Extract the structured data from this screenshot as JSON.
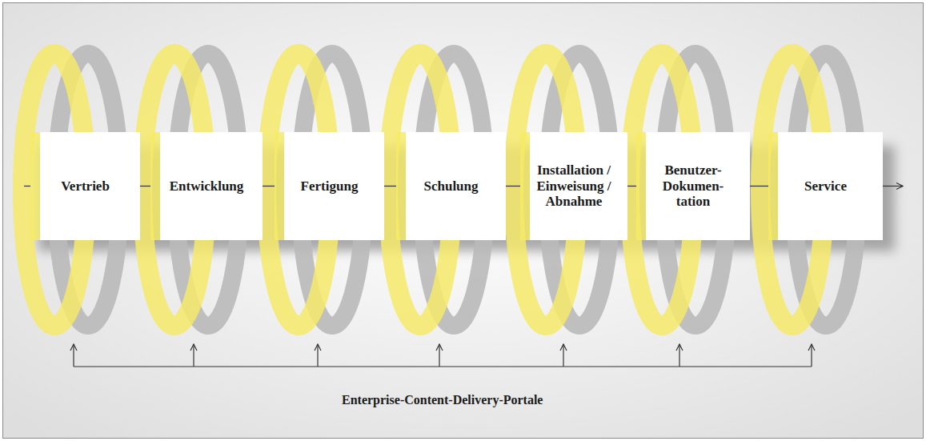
{
  "diagram": {
    "nodes": [
      {
        "text": [
          "Vertrieb"
        ]
      },
      {
        "text": [
          "Entwicklung"
        ]
      },
      {
        "text": [
          "Fertigung"
        ]
      },
      {
        "text": [
          "Schulung"
        ]
      },
      {
        "text": [
          "Installation / Einweisung / Abnahme"
        ]
      },
      {
        "text": [
          "Benutzer- Dokumen- tation"
        ]
      },
      {
        "text": [
          "Service"
        ]
      }
    ],
    "edges": [
      {
        "from": 0,
        "to": 1,
        "arrow": "none"
      },
      {
        "from": 1,
        "to": 2,
        "arrow": "none"
      },
      {
        "from": 2,
        "to": 3,
        "arrow": "none"
      },
      {
        "from": 3,
        "to": 4,
        "arrow": "none"
      },
      {
        "from": 4,
        "to": 5,
        "arrow": "none"
      },
      {
        "from": 5,
        "to": 6,
        "arrow": "none"
      }
    ],
    "labels": [
      "Enterprise-Content-Delivery-Portale"
    ]
  }
}
